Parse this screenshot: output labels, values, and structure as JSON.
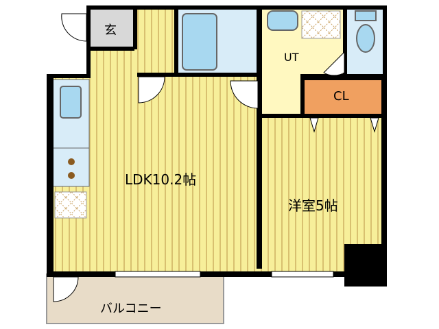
{
  "rooms": {
    "entrance": "玄",
    "ldk": "LDK10.2帖",
    "western_room": "洋室5帖",
    "utility": "UT",
    "closet": "CL",
    "balcony": "バルコニー"
  },
  "colors": {
    "floor_wood": "#f7ef9a",
    "floor_stripe": "#d8c070",
    "wall": "#000000",
    "closet": "#f0a060",
    "balcony": "#e8dcc8",
    "wet_area": "#d8ecf8",
    "utility_floor": "#fff8c0",
    "entrance_floor": "#d8d8d8",
    "fixture_blue": "#a8d8f0"
  }
}
